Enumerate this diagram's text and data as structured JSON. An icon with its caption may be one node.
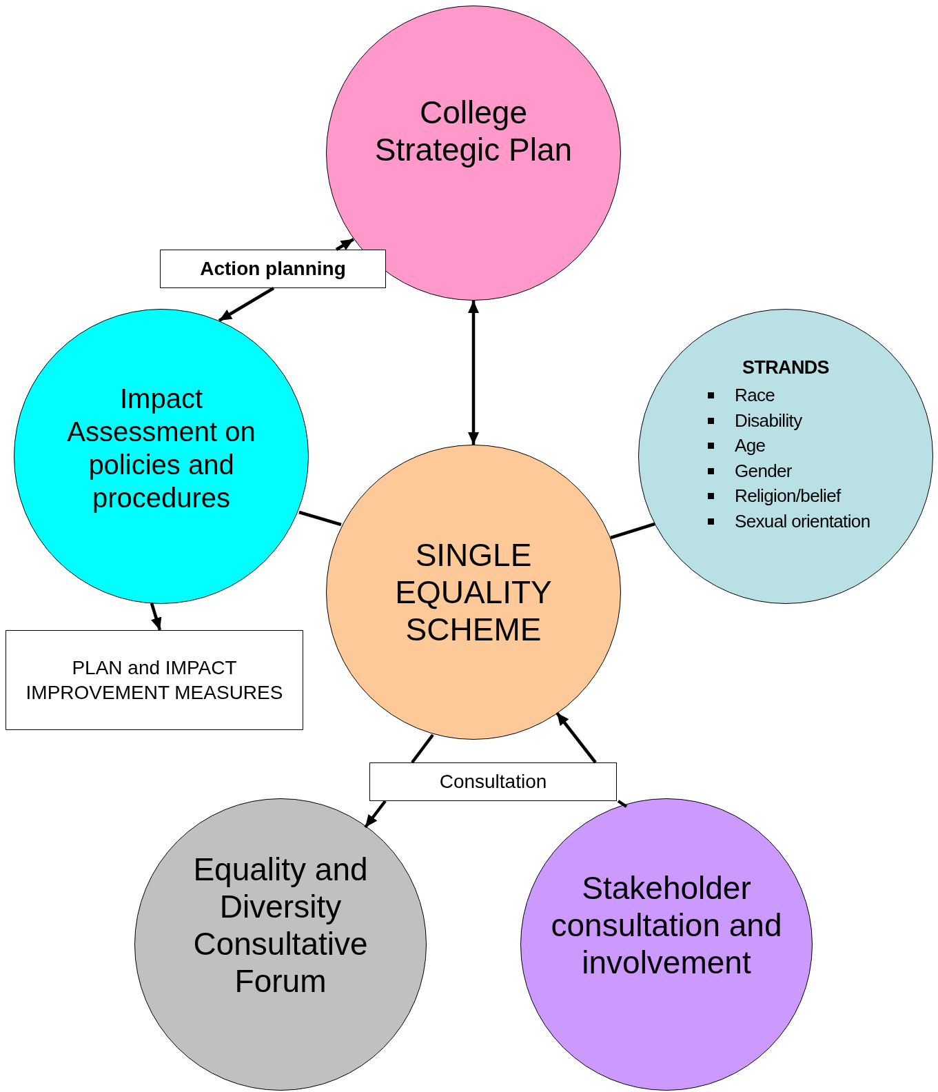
{
  "diagram": {
    "nodes": [
      {
        "text": [
          "College Strategic Plan"
        ]
      },
      {
        "text": [
          "Action planning"
        ]
      },
      {
        "text": [
          "Impact Assessment on policies and procedures"
        ]
      },
      {
        "text": [
          "STRANDS",
          "Race",
          "Disability",
          "Age",
          "Gender",
          "Religion/belief",
          "Sexual orientation"
        ]
      },
      {
        "text": [
          "SINGLE EQUALITY SCHEME"
        ]
      },
      {
        "text": [
          "PLAN and IMPACT IMPROVEMENT MEASURES"
        ]
      },
      {
        "text": [
          "Consultation"
        ]
      },
      {
        "text": [
          "Equality and Diversity Consultative Forum"
        ]
      },
      {
        "text": [
          "Stakeholder consultation and involvement"
        ]
      }
    ],
    "edges": [
      {
        "from": 1,
        "to": 0,
        "arrow": "to"
      },
      {
        "from": 1,
        "to": 2,
        "arrow": "to"
      },
      {
        "from": 0,
        "to": 4,
        "arrow": "both"
      },
      {
        "from": 2,
        "to": 4,
        "arrow": "none"
      },
      {
        "from": 4,
        "to": 3,
        "arrow": "none"
      },
      {
        "from": 2,
        "to": 5,
        "arrow": "to"
      },
      {
        "from": 4,
        "to": 6,
        "arrow": "none"
      },
      {
        "from": 6,
        "to": 7,
        "arrow": "to"
      },
      {
        "from": 8,
        "to": 6,
        "arrow": "none"
      },
      {
        "from": 6,
        "to": 4,
        "arrow": "to"
      }
    ]
  }
}
